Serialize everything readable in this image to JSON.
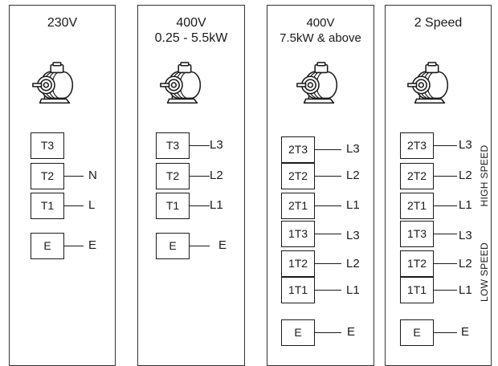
{
  "panels": [
    {
      "title": "230V",
      "terminals": [
        {
          "label": "T3",
          "line": ""
        },
        {
          "label": "T2",
          "line": "N"
        },
        {
          "label": "T1",
          "line": "L"
        }
      ],
      "earth": {
        "label": "E",
        "line": "E"
      }
    },
    {
      "title": "400V\n0.25 - 5.5kW",
      "terminals": [
        {
          "label": "T3",
          "line": "L3"
        },
        {
          "label": "T2",
          "line": "L2"
        },
        {
          "label": "T1",
          "line": "L1"
        }
      ],
      "earth": {
        "label": "E",
        "line": "E"
      }
    },
    {
      "title": "400V\n7.5kW & above",
      "terminals": [
        {
          "label": "2T3",
          "line": "L3"
        },
        {
          "label": "2T2",
          "line": "L2"
        },
        {
          "label": "2T1",
          "line": "L1"
        },
        {
          "label": "1T3",
          "line": "L3"
        },
        {
          "label": "1T2",
          "line": "L2"
        },
        {
          "label": "1T1",
          "line": "L1"
        }
      ],
      "earth": {
        "label": "E",
        "line": "E"
      }
    },
    {
      "title": "2 Speed",
      "terminals": [
        {
          "label": "2T3",
          "line": "L3"
        },
        {
          "label": "2T2",
          "line": "L2"
        },
        {
          "label": "2T1",
          "line": "L1"
        },
        {
          "label": "1T3",
          "line": "L3"
        },
        {
          "label": "1T2",
          "line": "L2"
        },
        {
          "label": "1T1",
          "line": "L1"
        }
      ],
      "earth": {
        "label": "E",
        "line": "E"
      },
      "high_speed_label": "HIGH SPEED",
      "low_speed_label": "LOW SPEED"
    }
  ]
}
